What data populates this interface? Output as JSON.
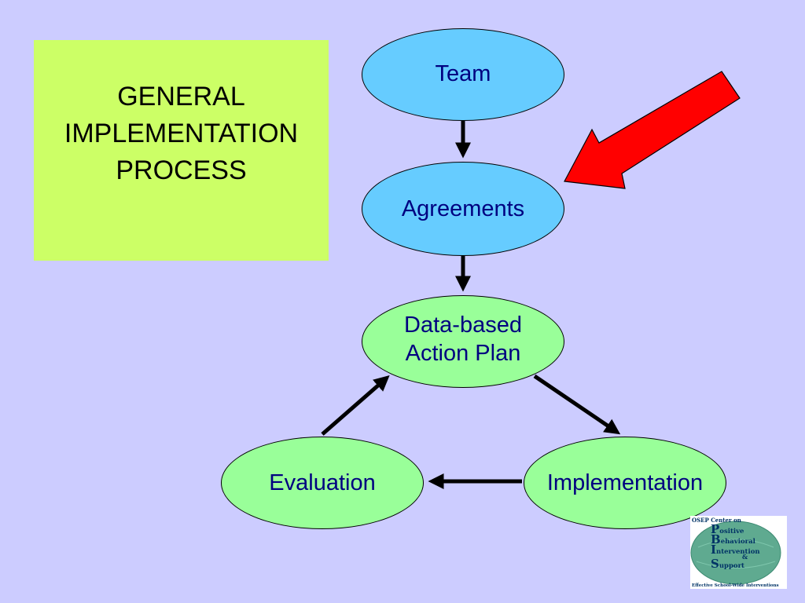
{
  "title": {
    "lines": [
      "GENERAL",
      "IMPLEMENTATION",
      "PROCESS"
    ]
  },
  "nodes": {
    "team": {
      "label": "Team"
    },
    "agreements": {
      "label": "Agreements"
    },
    "plan": {
      "lines": [
        "Data-based",
        "Action Plan"
      ]
    },
    "implementation": {
      "label": "Implementation"
    },
    "evaluation": {
      "label": "Evaluation"
    }
  },
  "edges": [
    {
      "from": "Team",
      "to": "Agreements"
    },
    {
      "from": "Agreements",
      "to": "Data-based Action Plan"
    },
    {
      "from": "Data-based Action Plan",
      "to": "Implementation"
    },
    {
      "from": "Implementation",
      "to": "Evaluation"
    },
    {
      "from": "Evaluation",
      "to": "Data-based Action Plan"
    }
  ],
  "highlight_arrow": {
    "points_to": "Agreements",
    "color": "#ff0000"
  },
  "colors": {
    "background": "#ccccff",
    "title_box": "#ccff66",
    "blue_node": "#66ccff",
    "green_node": "#99ff99",
    "node_text": "#000080"
  },
  "logo": {
    "header": "OSEP Center on",
    "words": [
      {
        "initial": "P",
        "rest": "ositive"
      },
      {
        "initial": "B",
        "rest": "ehavioral"
      },
      {
        "initial": "I",
        "rest": "ntervention"
      },
      {
        "initial": "&",
        "rest": ""
      },
      {
        "initial": "S",
        "rest": "upport"
      }
    ],
    "tagline": "Effective School-Wide Interventions"
  }
}
